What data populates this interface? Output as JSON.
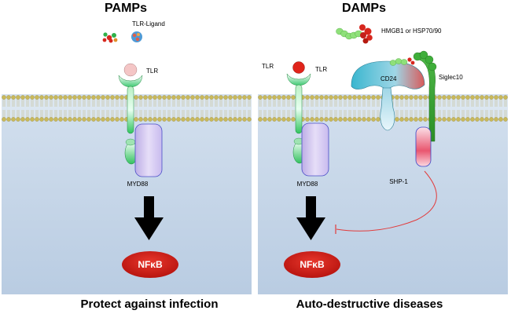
{
  "left": {
    "title": "PAMPs",
    "ligand_label": "TLR-Ligand",
    "tlr_label": "TLR",
    "adapter_label": "MYD88",
    "nfkb_label": "NFκB",
    "footer": "Protect against infection"
  },
  "right": {
    "title": "DAMPs",
    "damp_label": "HMGB1 or HSP70/90",
    "tlr_label_a": "TLR",
    "tlr_label_b": "TLR",
    "cd24_label": "CD24",
    "siglec_label": "Siglec10",
    "shp_label": "SHP-1",
    "adapter_label": "MYD88",
    "nfkb_label": "NFκB",
    "footer": "Auto-destructive diseases"
  },
  "colors": {
    "membrane_bead": "#c9b95a",
    "membrane_bg": "#d6e3ef",
    "cytoplasm": "#c2d2e4",
    "tlr_green": "#2fc45e",
    "myd88": "#cfc3ea",
    "nfkb": "#d7261d",
    "siglec": "#33a02c",
    "inhibit_line": "#e23b3b"
  }
}
